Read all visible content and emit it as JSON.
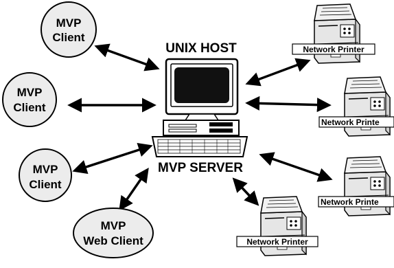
{
  "host": {
    "title": "UNIX HOST",
    "server_label": "MVP SERVER"
  },
  "clients": [
    {
      "line1": "MVP",
      "line2": "Client"
    },
    {
      "line1": "MVP",
      "line2": "Client"
    },
    {
      "line1": "MVP",
      "line2": "Client"
    },
    {
      "line1": "MVP",
      "line2": "Web Client"
    }
  ],
  "printers": [
    {
      "label": "Network Printer"
    },
    {
      "label": "Network Printe"
    },
    {
      "label": "Network Printe"
    },
    {
      "label": "Network Printer"
    }
  ],
  "colors": {
    "client_fill": "#ececec",
    "stroke": "#000000",
    "screen": "#111111",
    "printer_body": "#e4e4e4",
    "label_bg": "#ffffff"
  }
}
